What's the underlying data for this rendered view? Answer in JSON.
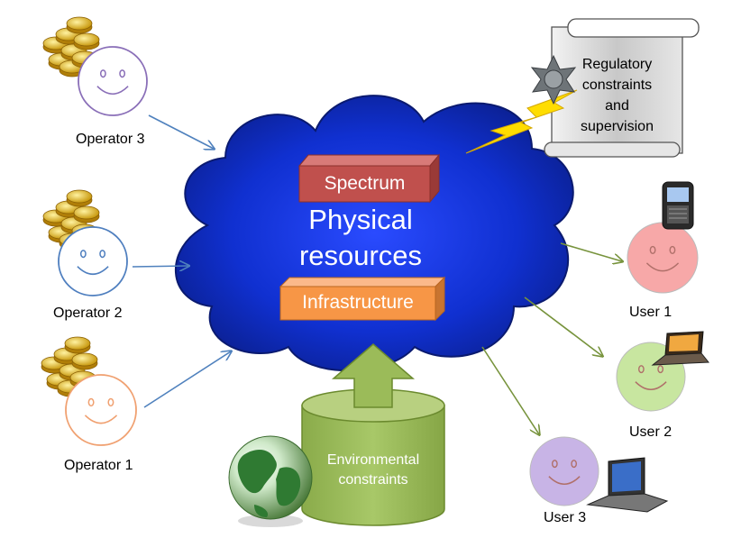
{
  "operators": [
    {
      "label": "Operator 3",
      "color": "#8a6fb8"
    },
    {
      "label": "Operator 2",
      "color": "#4f7fbf"
    },
    {
      "label": "Operator 1",
      "color": "#f0a070"
    }
  ],
  "users": [
    {
      "label": "User 1",
      "color": "#f7a8a8"
    },
    {
      "label": "User 2",
      "color": "#c8e6a0"
    },
    {
      "label": "User 3",
      "color": "#c8b4e6"
    }
  ],
  "cloud": {
    "title_line1": "Physical",
    "title_line2": "resources",
    "color": "#1a3fd4"
  },
  "boxes": {
    "spectrum": {
      "label": "Spectrum",
      "color": "#c0504d"
    },
    "infrastructure": {
      "label": "Infrastructure",
      "color": "#f79646"
    }
  },
  "regulatory": {
    "line1": "Regulatory",
    "line2": "constraints",
    "line3": "and",
    "line4": "supervision"
  },
  "environment": {
    "line1": "Environmental",
    "line2": "constraints",
    "color": "#9bbb59"
  },
  "colors": {
    "operator_arrow": "#4f81bd",
    "user_arrow": "#77933c",
    "lightning": "#ffdd00"
  }
}
